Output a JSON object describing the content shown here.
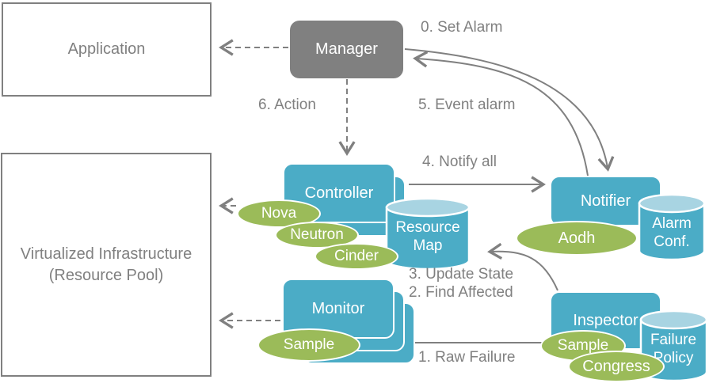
{
  "diagram": {
    "boxes": {
      "application": {
        "label": "Application"
      },
      "virtualized_infrastructure": {
        "label_line1": "Virtualized  Infrastructure",
        "label_line2": "(Resource Pool)"
      },
      "manager": {
        "label": "Manager"
      },
      "controller": {
        "label": "Controller"
      },
      "monitor": {
        "label": "Monitor"
      },
      "notifier": {
        "label": "Notifier"
      },
      "inspector": {
        "label": "Inspector"
      }
    },
    "datastores": {
      "resource_map": {
        "line1": "Resource",
        "line2": "Map"
      },
      "alarm_conf": {
        "line1": "Alarm",
        "line2": "Conf."
      },
      "failure_policy": {
        "line1": "Failure",
        "line2": "Policy"
      }
    },
    "plugins": {
      "nova": "Nova",
      "neutron": "Neutron",
      "cinder": "Cinder",
      "monitor_sample": "Sample",
      "aodh": "Aodh",
      "inspector_sample": "Sample",
      "congress": "Congress"
    },
    "steps": {
      "step0": "0. Set Alarm",
      "step1": "1. Raw Failure",
      "step2": "2. Find Affected",
      "step3": "3. Update State",
      "step4": "4. Notify all",
      "step5": "5. Event alarm",
      "step6": "6. Action"
    },
    "colors": {
      "component_blue": "#4BACC6",
      "cylinder_top_blue": "#A8D4E2",
      "plugin_green": "#9BBB59",
      "gray": "#808080",
      "white": "#FFFFFF"
    }
  }
}
